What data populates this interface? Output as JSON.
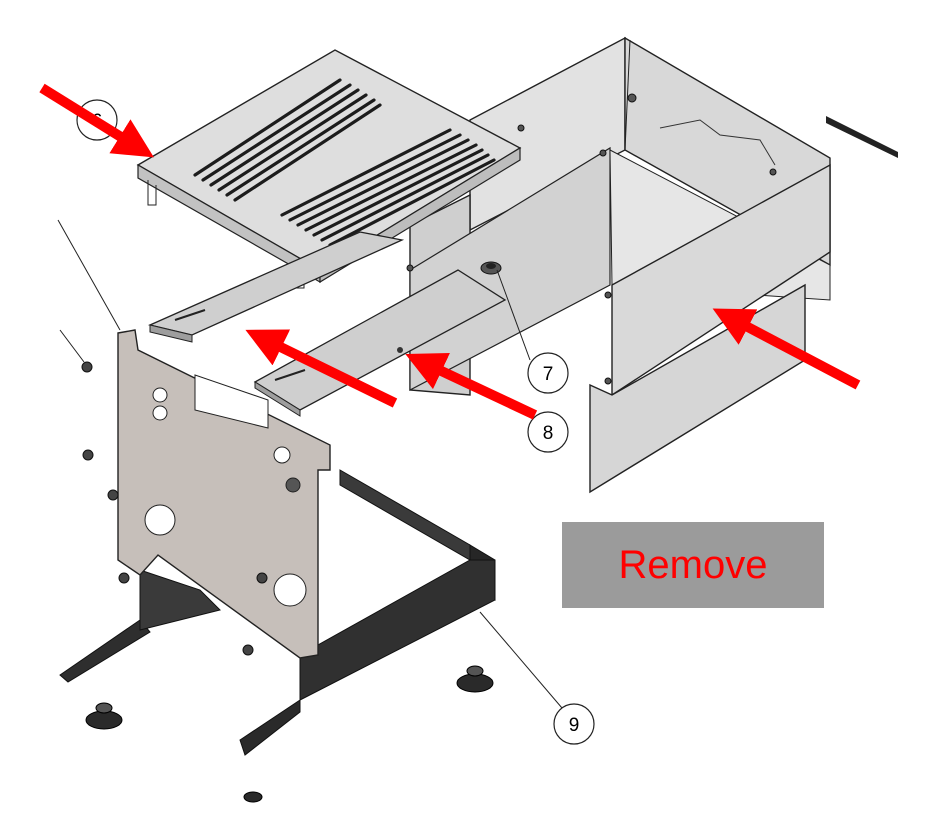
{
  "callouts": {
    "c6": "6",
    "c7": "7",
    "c8": "8",
    "c9": "9"
  },
  "label": {
    "text": "Remove"
  },
  "colors": {
    "arrow": "#ff0000",
    "panel": "#d4d4d4",
    "frame": "#2e2e2e",
    "plate": "#bfb7b2",
    "label_bg": "#9b9b9b"
  }
}
